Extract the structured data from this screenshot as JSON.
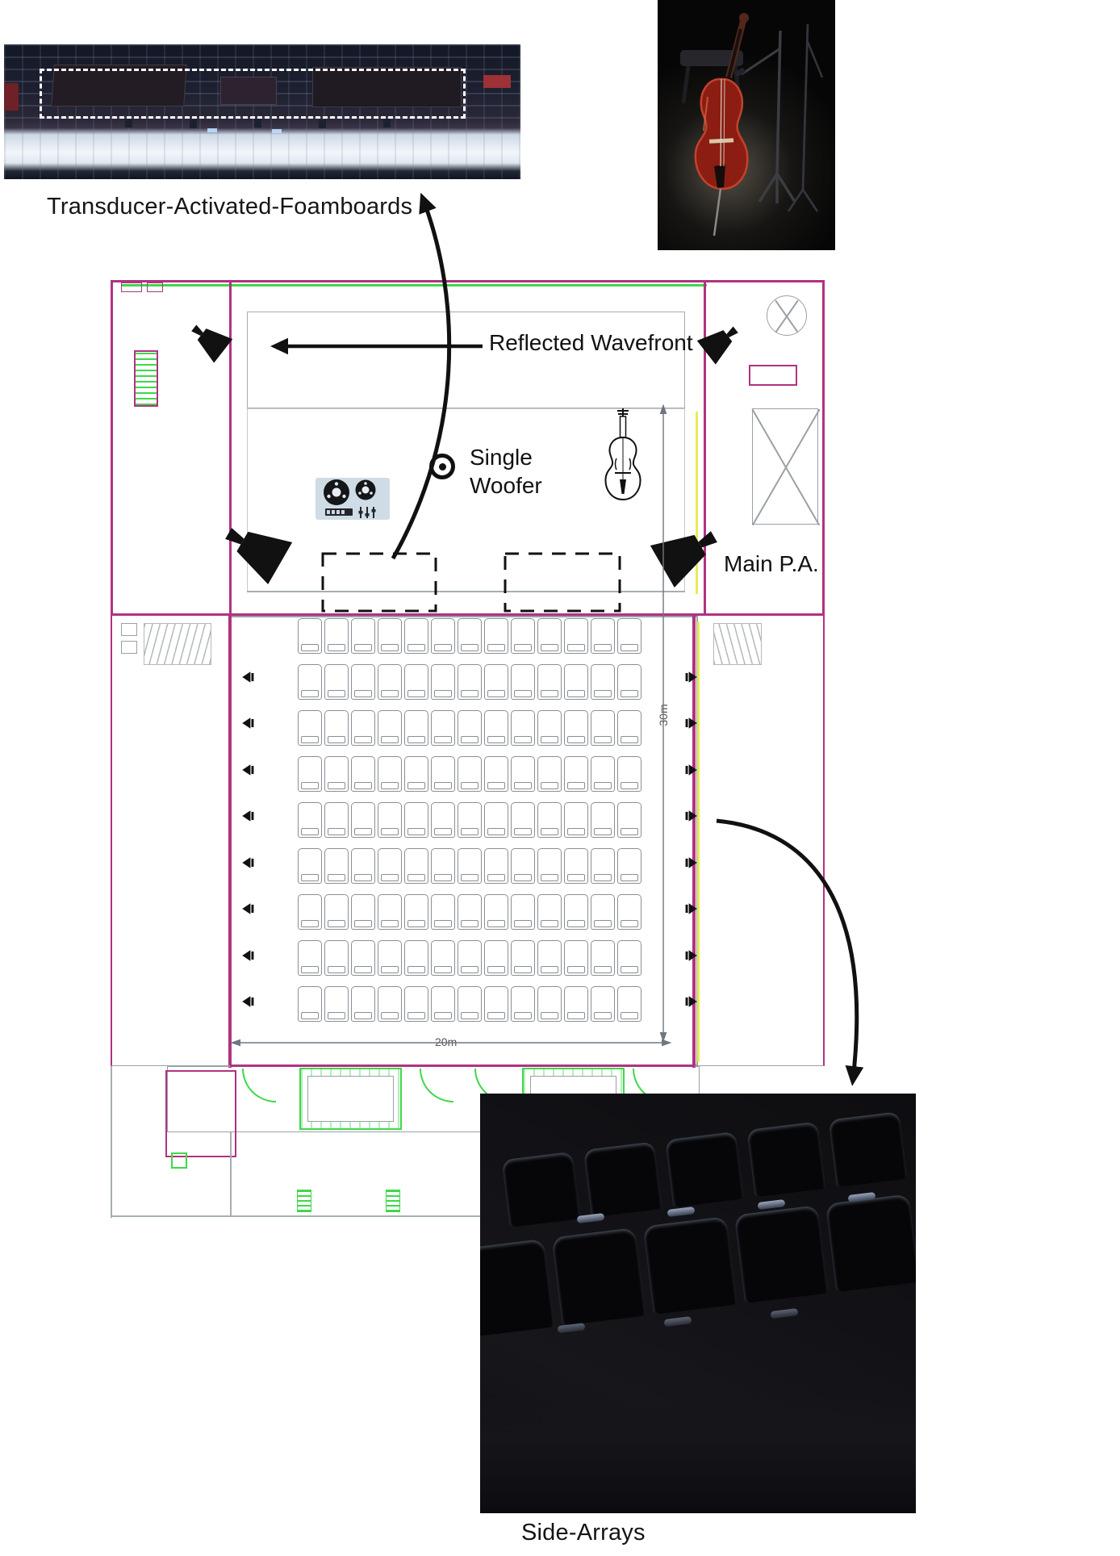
{
  "photos": {
    "rigging_caption": "Transducer-Activated-Foamboards",
    "side_arrays_caption": "Side-Arrays"
  },
  "annotations": {
    "reflected_wavefront": "Reflected Wavefront",
    "single_woofer_line1": "Single",
    "single_woofer_line2": "Woofer",
    "main_pa": "Main P.A."
  },
  "dimensions": {
    "hall_width": "20m",
    "hall_depth": "30m"
  },
  "plan": {
    "seat_rows": 9,
    "seats_per_row": 13,
    "side_speakers_per_side": 8,
    "corner_pa_speakers": 4
  },
  "icons": {
    "pa_speaker": "filled-horn-trapezoid",
    "side_speaker": "small-speaker-glyph",
    "single_woofer": "concentric-circle-dot",
    "cello": "cello-outline",
    "tape_recorder": "reel-to-reel-deck"
  },
  "colors": {
    "wall_magenta": "#b13282",
    "accent_green": "#3fd84a",
    "accent_yellow": "#e9ea55",
    "plan_gray": "#9aa0a6",
    "ink": "#111111"
  }
}
